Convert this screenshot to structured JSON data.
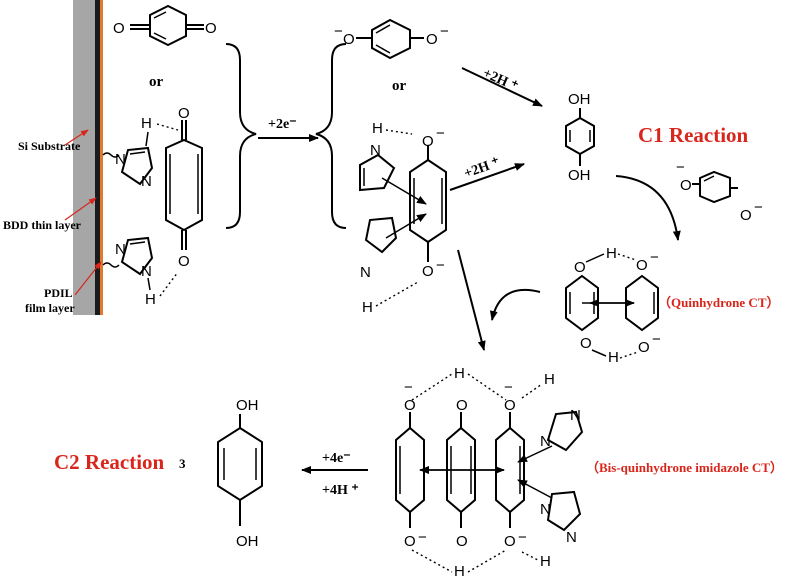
{
  "labels": {
    "or_top": "or",
    "or_right": "or",
    "plus_2e": "+2e⁻",
    "plus_2h_a": "+2H ⁺",
    "plus_2h_b": "+2H ⁺",
    "c1_reaction": "C1 Reaction",
    "quinhydrone_ct": "（Quinhydrone CT）",
    "bis_ct": "（Bis-quinhydrone imidazole CT）",
    "c2_reaction": "C2 Reaction",
    "coef_3": "3",
    "plus_4e": "+4e⁻",
    "plus_4h": "+4H ⁺",
    "si_substrate": "Si Substrate",
    "bdd_layer": "BDD thin layer",
    "pdil_line1": "PDIL",
    "pdil_line2": "film layer"
  },
  "atoms": {
    "O": "O",
    "OH": "OH",
    "H": "H",
    "N": "N",
    "minus": "−"
  },
  "colors": {
    "reaction_red": "#d9261c",
    "substrate_grey": "#a6a6a6",
    "bdd_orange": "#e07a2c"
  }
}
